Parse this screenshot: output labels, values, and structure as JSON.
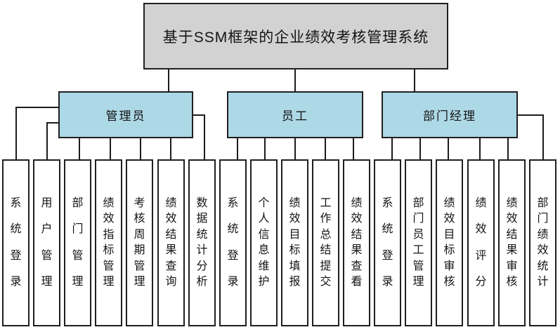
{
  "title": "基于SSM框架的企业绩效考核管理系统",
  "colors": {
    "title_fill": "#d2d2d2",
    "role_fill": "#add8e6",
    "task_fill": "#ffffff",
    "border": "#1f1f1f",
    "line": "#1c1c1c"
  },
  "roles": [
    {
      "id": "admin",
      "label": "管理员",
      "children": [
        "系统登录",
        "用户管理",
        "部门管理",
        "绩效指标管理",
        "考核周期管理",
        "绩效结果查询",
        "数据统计分析"
      ]
    },
    {
      "id": "employee",
      "label": "员工",
      "children": [
        "系统登录",
        "个人信息维护",
        "绩效目标填报",
        "工作总结提交",
        "绩效结果查看"
      ]
    },
    {
      "id": "manager",
      "label": "部门经理",
      "children": [
        "系统登录",
        "部门员工管理",
        "绩效目标审核",
        "绩效评分",
        "绩效结果审核",
        "部门绩效统计"
      ]
    }
  ]
}
